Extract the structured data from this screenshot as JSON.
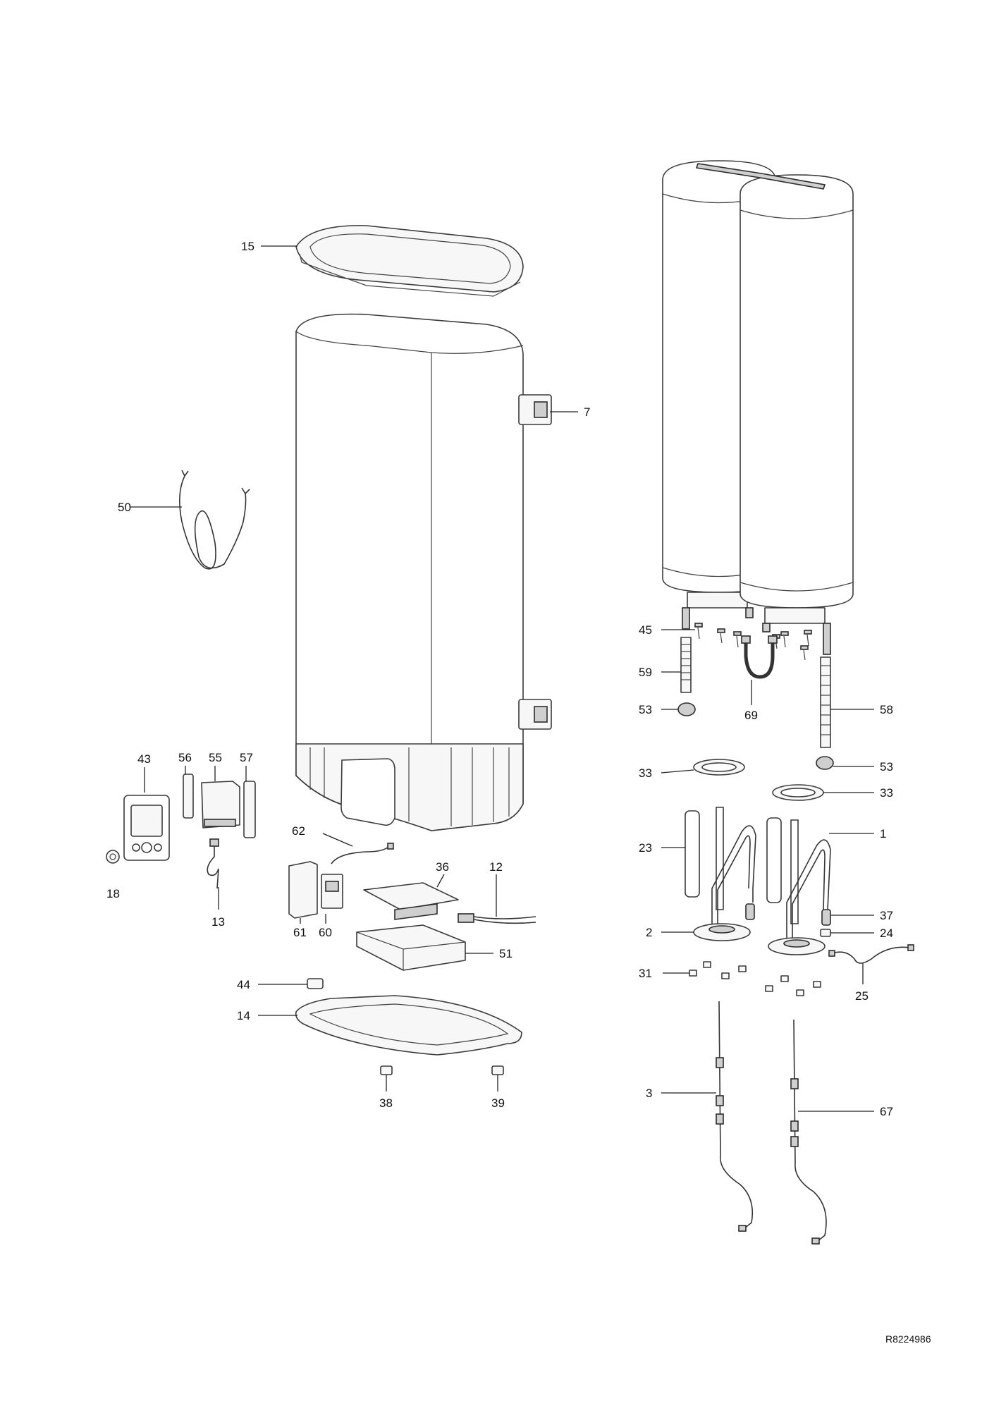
{
  "diagram": {
    "reference_code": "R8224986",
    "callouts": [
      {
        "id": "c15",
        "label": "15"
      },
      {
        "id": "c7",
        "label": "7"
      },
      {
        "id": "c50",
        "label": "50"
      },
      {
        "id": "c43",
        "label": "43"
      },
      {
        "id": "c56",
        "label": "56"
      },
      {
        "id": "c55",
        "label": "55"
      },
      {
        "id": "c57",
        "label": "57"
      },
      {
        "id": "c18",
        "label": "18"
      },
      {
        "id": "c13",
        "label": "13"
      },
      {
        "id": "c62",
        "label": "62"
      },
      {
        "id": "c36",
        "label": "36"
      },
      {
        "id": "c12",
        "label": "12"
      },
      {
        "id": "c61",
        "label": "61"
      },
      {
        "id": "c60",
        "label": "60"
      },
      {
        "id": "c51",
        "label": "51"
      },
      {
        "id": "c44",
        "label": "44"
      },
      {
        "id": "c14",
        "label": "14"
      },
      {
        "id": "c38",
        "label": "38"
      },
      {
        "id": "c39",
        "label": "39"
      },
      {
        "id": "c45",
        "label": "45"
      },
      {
        "id": "c59",
        "label": "59"
      },
      {
        "id": "c53a",
        "label": "53"
      },
      {
        "id": "c69",
        "label": "69"
      },
      {
        "id": "c58",
        "label": "58"
      },
      {
        "id": "c53b",
        "label": "53"
      },
      {
        "id": "c33a",
        "label": "33"
      },
      {
        "id": "c33b",
        "label": "33"
      },
      {
        "id": "c23",
        "label": "23"
      },
      {
        "id": "c1",
        "label": "1"
      },
      {
        "id": "c37",
        "label": "37"
      },
      {
        "id": "c2",
        "label": "2"
      },
      {
        "id": "c24",
        "label": "24"
      },
      {
        "id": "c31",
        "label": "31"
      },
      {
        "id": "c25",
        "label": "25"
      },
      {
        "id": "c3",
        "label": "3"
      },
      {
        "id": "c67",
        "label": "67"
      }
    ]
  }
}
